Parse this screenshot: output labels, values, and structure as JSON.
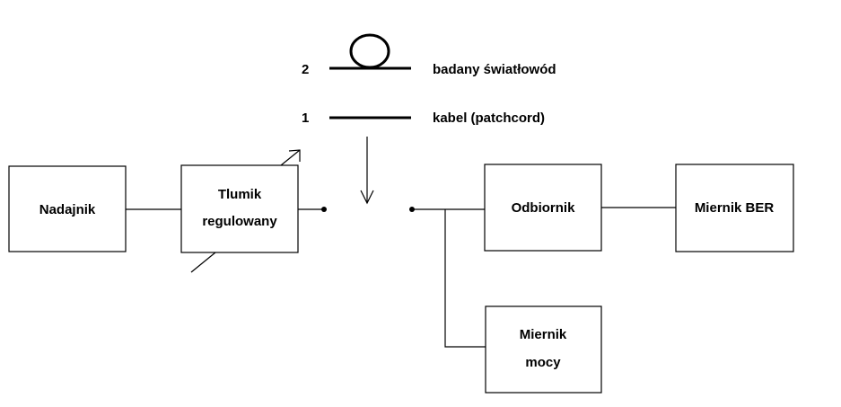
{
  "blocks": {
    "transmitter": "Nadajnik",
    "attenuator_line1": "Tlumik",
    "attenuator_line2": "regulowany",
    "receiver": "Odbiornik",
    "ber_meter": "Miernik BER",
    "power_meter_line1": "Miernik",
    "power_meter_line2": "mocy"
  },
  "options": [
    {
      "number": "2",
      "label": "badany światłowód"
    },
    {
      "number": "1",
      "label": "kabel (patchcord)"
    }
  ]
}
